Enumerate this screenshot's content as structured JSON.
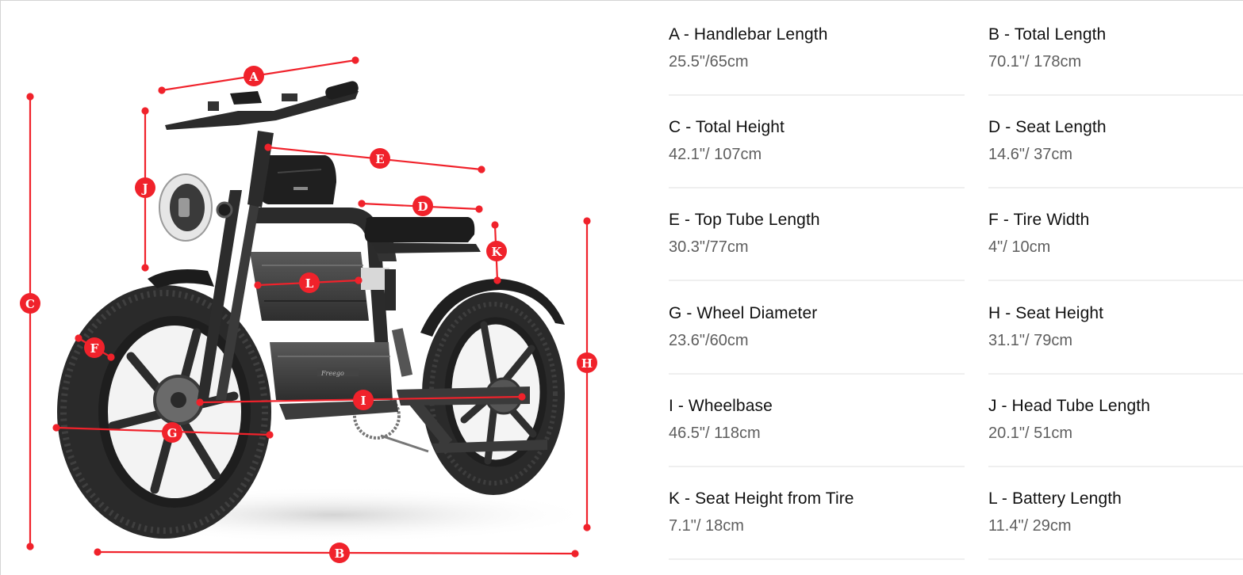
{
  "diagram": {
    "product": "fat-tire e-bike",
    "brand_mark": "Freego",
    "accent_color": "#f0222b",
    "markers": [
      {
        "letter": "A",
        "meaning": "Handlebar Length"
      },
      {
        "letter": "B",
        "meaning": "Total Length"
      },
      {
        "letter": "C",
        "meaning": "Total Height"
      },
      {
        "letter": "D",
        "meaning": "Seat Length"
      },
      {
        "letter": "E",
        "meaning": "Top Tube Length"
      },
      {
        "letter": "F",
        "meaning": "Tire Width"
      },
      {
        "letter": "G",
        "meaning": "Wheel Diameter"
      },
      {
        "letter": "H",
        "meaning": "Seat Height"
      },
      {
        "letter": "I",
        "meaning": "Wheelbase"
      },
      {
        "letter": "J",
        "meaning": "Head Tube Length"
      },
      {
        "letter": "K",
        "meaning": "Seat Height from Tire"
      },
      {
        "letter": "L",
        "meaning": "Battery Length"
      }
    ]
  },
  "specs": {
    "left": [
      {
        "title": "A - Handlebar Length",
        "value": "25.5\"/65cm"
      },
      {
        "title": "C - Total Height",
        "value": "42.1\"/ 107cm"
      },
      {
        "title": "E - Top Tube Length",
        "value": "30.3\"/77cm"
      },
      {
        "title": "G - Wheel Diameter",
        "value": "23.6\"/60cm"
      },
      {
        "title": "I - Wheelbase",
        "value": "46.5\"/ 118cm"
      },
      {
        "title": "K - Seat Height from Tire",
        "value": "7.1\"/ 18cm"
      }
    ],
    "right": [
      {
        "title": "B - Total Length",
        "value": "70.1\"/ 178cm"
      },
      {
        "title": "D - Seat Length",
        "value": "14.6\"/ 37cm"
      },
      {
        "title": "F - Tire Width",
        "value": "4\"/ 10cm"
      },
      {
        "title": "H - Seat Height",
        "value": "31.1\"/ 79cm"
      },
      {
        "title": "J - Head Tube Length",
        "value": "20.1\"/ 51cm"
      },
      {
        "title": "L - Battery Length",
        "value": "11.4\"/ 29cm"
      }
    ]
  },
  "colors": {
    "title": "#111111",
    "value": "#5e5e5e",
    "divider": "#efefef",
    "accent": "#f0222b",
    "bike_body": "#2b2b2b"
  }
}
